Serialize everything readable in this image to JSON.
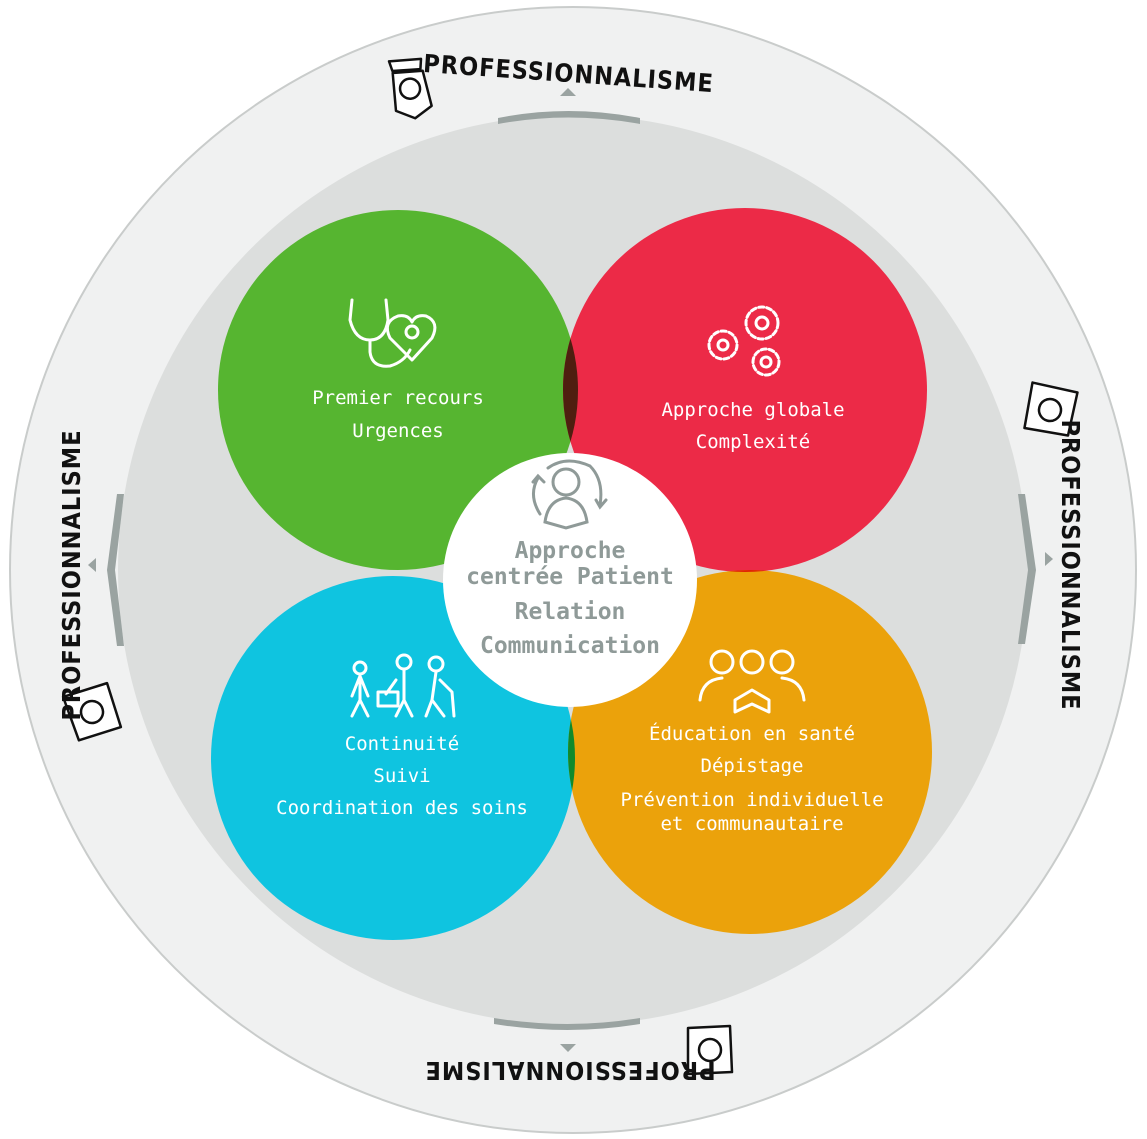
{
  "outer_label": "PROFESSIONNALISME",
  "circles": {
    "top_left": {
      "lines": [
        "Premier recours",
        "Urgences"
      ],
      "icon": "stethoscope-heart-icon",
      "color": "#56b530"
    },
    "top_right": {
      "lines": [
        "Approche globale",
        "Complexité"
      ],
      "icon": "gears-icon",
      "color": "#ec2a47"
    },
    "bottom_left": {
      "lines": [
        "Continuité",
        "Suivi",
        "Coordination des soins"
      ],
      "icon": "people-walking-icon",
      "color": "#0fc4e0"
    },
    "bottom_right": {
      "lines": [
        "Éducation en santé",
        "Dépistage",
        "Prévention individuelle",
        "et communautaire"
      ],
      "icon": "group-reading-icon",
      "color": "#eba20b"
    }
  },
  "center": {
    "lines": [
      "Approche",
      "centrée Patient",
      "Relation",
      "Communication"
    ],
    "icon": "patient-cycle-icon"
  }
}
